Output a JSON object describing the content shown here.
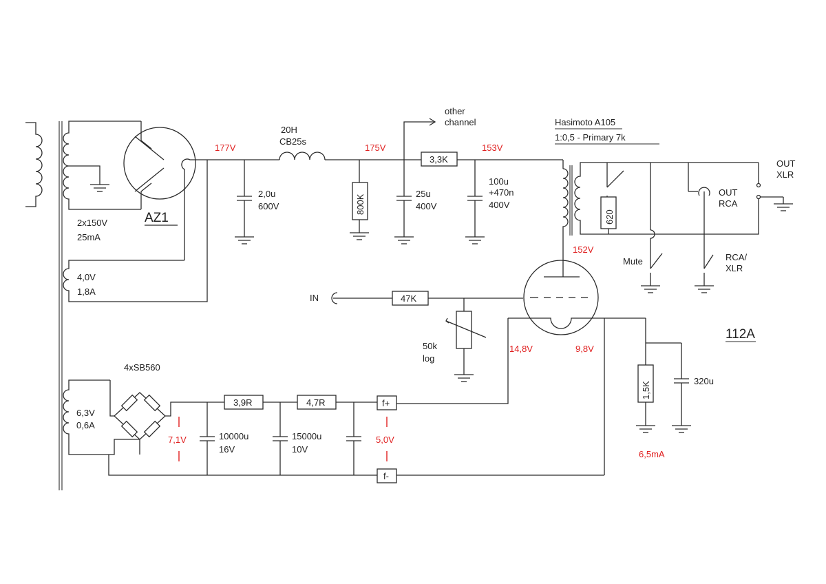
{
  "labels": {
    "az1": "AZ1",
    "hv_winding_1": "2x150V",
    "hv_winding_2": "25mA",
    "fil_winding_1": "4,0V",
    "fil_winding_2": "1,8A",
    "choke_1": "20H",
    "choke_2": "CB25s",
    "c1_1": "2,0u",
    "c1_2": "600V",
    "r_bleeder": "800K",
    "c2_1": "25u",
    "c2_2": "400V",
    "other_channel_1": "other",
    "other_channel_2": "channel",
    "r_series": "3,3K",
    "c3_1": "100u",
    "c3_2": "+470n",
    "c3_3": "400V",
    "ot_1": "Hasimoto A105",
    "ot_2": "1:0,5  -  Primary 7k",
    "r_620": "620",
    "out_xlr_1": "OUT",
    "out_xlr_2": "XLR",
    "out_rca_1": "OUT",
    "out_rca_2": "RCA",
    "mute": "Mute",
    "rca_xlr_1": "RCA/",
    "rca_xlr_2": "XLR",
    "input": "IN",
    "r_input": "47K",
    "pot_1": "50k",
    "pot_2": "log",
    "tube": "112A",
    "bridge": "4xSB560",
    "lv_winding_1": "6,3V",
    "lv_winding_2": "0,6A",
    "r_39": "3,9R",
    "r_47": "4,7R",
    "c4_1": "10000u",
    "c4_2": "16V",
    "c5_1": "15000u",
    "c5_2": "10V",
    "fil_plus": "f+",
    "fil_minus": "f-",
    "r_cathode": "1,5K",
    "c_cathode": "320u"
  },
  "voltages": {
    "rectifier_out": "177V",
    "after_choke": "175V",
    "after_3k3": "153V",
    "plate": "152V",
    "grid_fil_plus": "14,8V",
    "cathode_fil_minus": "9,8V",
    "bridge_out": "7,1V",
    "filament": "5,0V",
    "cathode_current": "6,5mA"
  },
  "colors": {
    "voltage_annotation": "#e02020",
    "wire": "#2b2b2b"
  }
}
